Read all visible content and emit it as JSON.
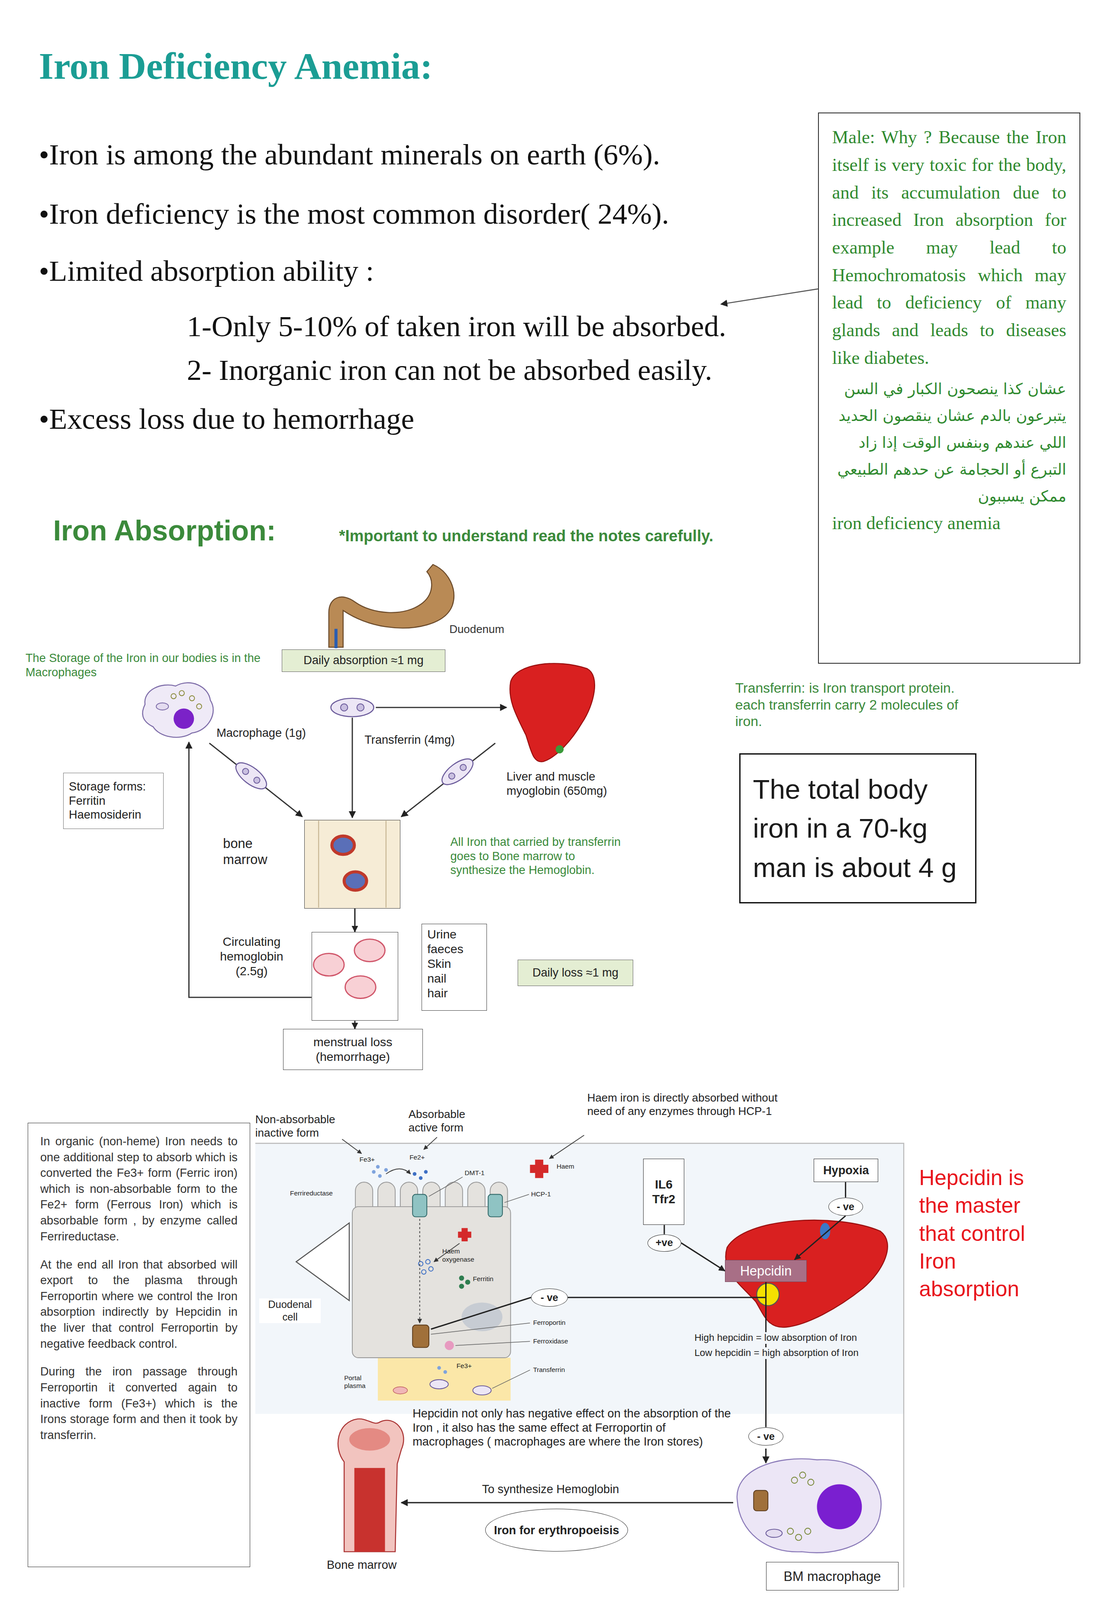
{
  "diagram": {
    "title": "Iron Deficiency Anemia:",
    "nodes": [
      {
        "text": [
          "Male: Why ? Because the Iron itself is very toxic for the body, and its accumulation due to increased Iron absorption for example may lead to Hemochromatosis which may lead to deficiency of many glands and leads to diseases like diabetes.",
          "عشان كذا ينصحون الكبار في السن يتبرعون بالدم عشان ينقصون الحديد اللي عندهم وبنفس الوقت إذا زاد التبرع أو الحجامة عن حدهم الطبيعي ممكن يسببون",
          "iron deficiency anemia"
        ]
      },
      {
        "text": [
          "Daily absorption ≈1 mg"
        ]
      },
      {
        "text": [
          "Storage forms: Ferritin Haemosiderin"
        ]
      },
      {
        "text": [
          "bone marrow"
        ]
      },
      {
        "text": [
          "Circulating hemoglobin (2.5g)"
        ]
      },
      {
        "text": [
          "Urine faeces Skin nail hair"
        ]
      },
      {
        "text": [
          "Daily loss ≈1 mg"
        ]
      },
      {
        "text": [
          "menstrual loss (hemorrhage)"
        ]
      },
      {
        "text": [
          "The total body iron in a 70-kg man is about 4 g"
        ]
      },
      {
        "text": [
          "In organic (non-heme) Iron needs to one additional step to absorb which is converted the Fe3+ form (Ferric iron) which is non-absorbable form to the Fe2+ form (Ferrous Iron) which is absorbable form , by enzyme called Ferrireductase.",
          "At the end all Iron that absorbed will export to the plasma through Ferroportin where we control the Iron absorption indirectly by Hepcidin in the liver that control Ferroportin by negative feedback control.",
          "During the iron passage through Ferroportin it converted again to inactive form (Fe3+) which is the Irons storage form and then it took by transferrin."
        ]
      },
      {
        "text": [
          "IL6 Tfr2"
        ]
      },
      {
        "text": [
          "Hypoxia"
        ]
      },
      {
        "text": [
          "- ve"
        ]
      },
      {
        "text": [
          "+ve"
        ]
      },
      {
        "text": [
          "Hepcidin"
        ]
      },
      {
        "text": [
          "- ve"
        ]
      },
      {
        "text": [
          "- ve"
        ]
      },
      {
        "text": [
          "Iron for erythropoeisis"
        ]
      },
      {
        "text": [
          "BM macrophage"
        ]
      }
    ],
    "edges": [
      {
        "from": 3,
        "to": 4,
        "arrow": "to"
      },
      {
        "from": 4,
        "to": 7,
        "arrow": "to"
      },
      {
        "from": 10,
        "to": 13,
        "arrow": "none"
      },
      {
        "from": 13,
        "to": 14,
        "arrow": "to"
      },
      {
        "from": 11,
        "to": 12,
        "arrow": "none"
      },
      {
        "from": 12,
        "to": 14,
        "arrow": "to"
      },
      {
        "from": 14,
        "to": 15,
        "arrow": "none"
      },
      {
        "from": 14,
        "to": 16,
        "arrow": "none"
      }
    ],
    "labels": [
      "•Iron is among the abundant minerals on earth (6%).",
      "•Iron deficiency is the most common disorder( 24%).",
      "•Limited absorption ability :",
      "1-Only 5-10% of taken iron will be absorbed.",
      "2- Inorganic iron can not be absorbed easily.",
      "•Excess loss due to hemorrhage",
      "Iron Absorption:",
      "*Important to understand read the notes carefully.",
      "Duodenum",
      "The Storage of the Iron in our bodies is in the Macrophages",
      "Macrophage (1g)",
      "Transferrin (4mg)",
      "Liver and muscle myoglobin (650mg)",
      "All Iron that carried by transferrin goes to Bone marrow to synthesize the Hemoglobin.",
      "Transferrin: is Iron transport protein. each transferrin carry 2 molecules of iron.",
      "Non-absorbable inactive form",
      "Absorbable active form",
      "Haem iron is directly absorbed without need of any enzymes through HCP-1",
      "Fe3+",
      "Fe2+",
      "Ferrireductase",
      "DMT-1",
      "Haem",
      "HCP-1",
      "Haem oxygenase",
      "Ferritin",
      "Duodenal cell",
      "Ferroportin",
      "Ferroxidase",
      "Fe3+",
      "Transferrin",
      "Portal plasma",
      "Hepcidin is the master that control Iron absorption",
      "High hepcidin = low absorption of Iron",
      "Low hepcidin = high absorption of Iron",
      "Hepcidin not only has negative effect on the absorption of the Iron , it also has the same effect at Ferroportin of macrophages ( macrophages are where the Iron stores)",
      "To synthesize Hemoglobin",
      "Bone marrow"
    ]
  }
}
